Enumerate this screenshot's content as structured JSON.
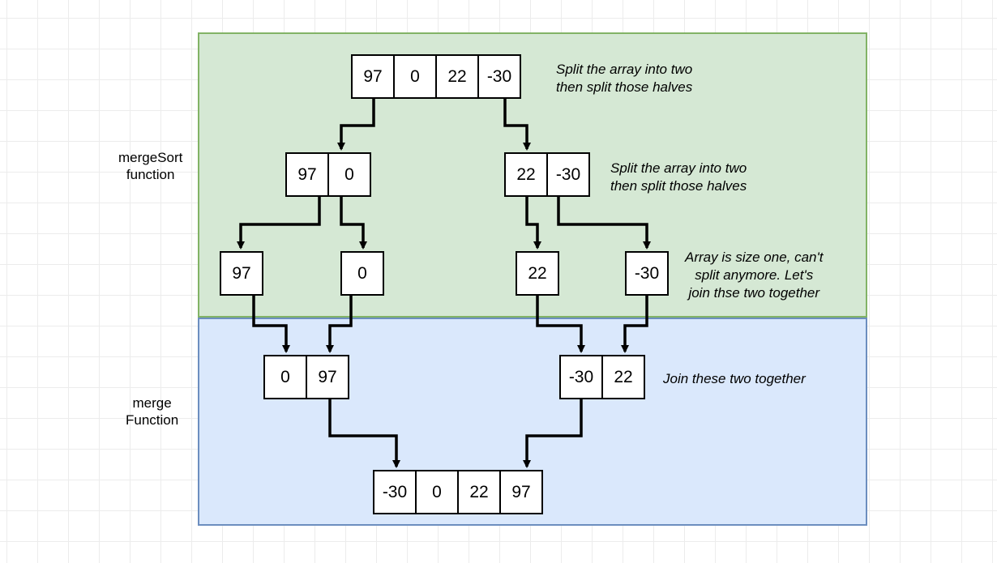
{
  "labels": {
    "merge_sort": [
      "mergeSort",
      "function"
    ],
    "merge": [
      "merge",
      "Function"
    ]
  },
  "arrays": {
    "root": [
      "97",
      "0",
      "22",
      "-30"
    ],
    "left_half": [
      "97",
      "0"
    ],
    "right_half": [
      "22",
      "-30"
    ],
    "leaf_97": [
      "97"
    ],
    "leaf_0": [
      "0"
    ],
    "leaf_22": [
      "22"
    ],
    "leaf_neg30": [
      "-30"
    ],
    "merged_left": [
      "0",
      "97"
    ],
    "merged_right": [
      "-30",
      "22"
    ],
    "result": [
      "-30",
      "0",
      "22",
      "97"
    ]
  },
  "notes": {
    "split_root": [
      "Split the array into two",
      "then split those halves"
    ],
    "split_half": [
      "Split the array into two",
      "then split those halves"
    ],
    "size_one": [
      "Array is size one, can't",
      "split anymore.  Let's",
      "join thse two together"
    ],
    "join": [
      "Join these two together"
    ]
  },
  "colors": {
    "mergesort_region_fill": "#d5e8d4",
    "mergesort_region_border": "#82b366",
    "merge_region_fill": "#dae8fc",
    "merge_region_border": "#6c8ebf"
  }
}
